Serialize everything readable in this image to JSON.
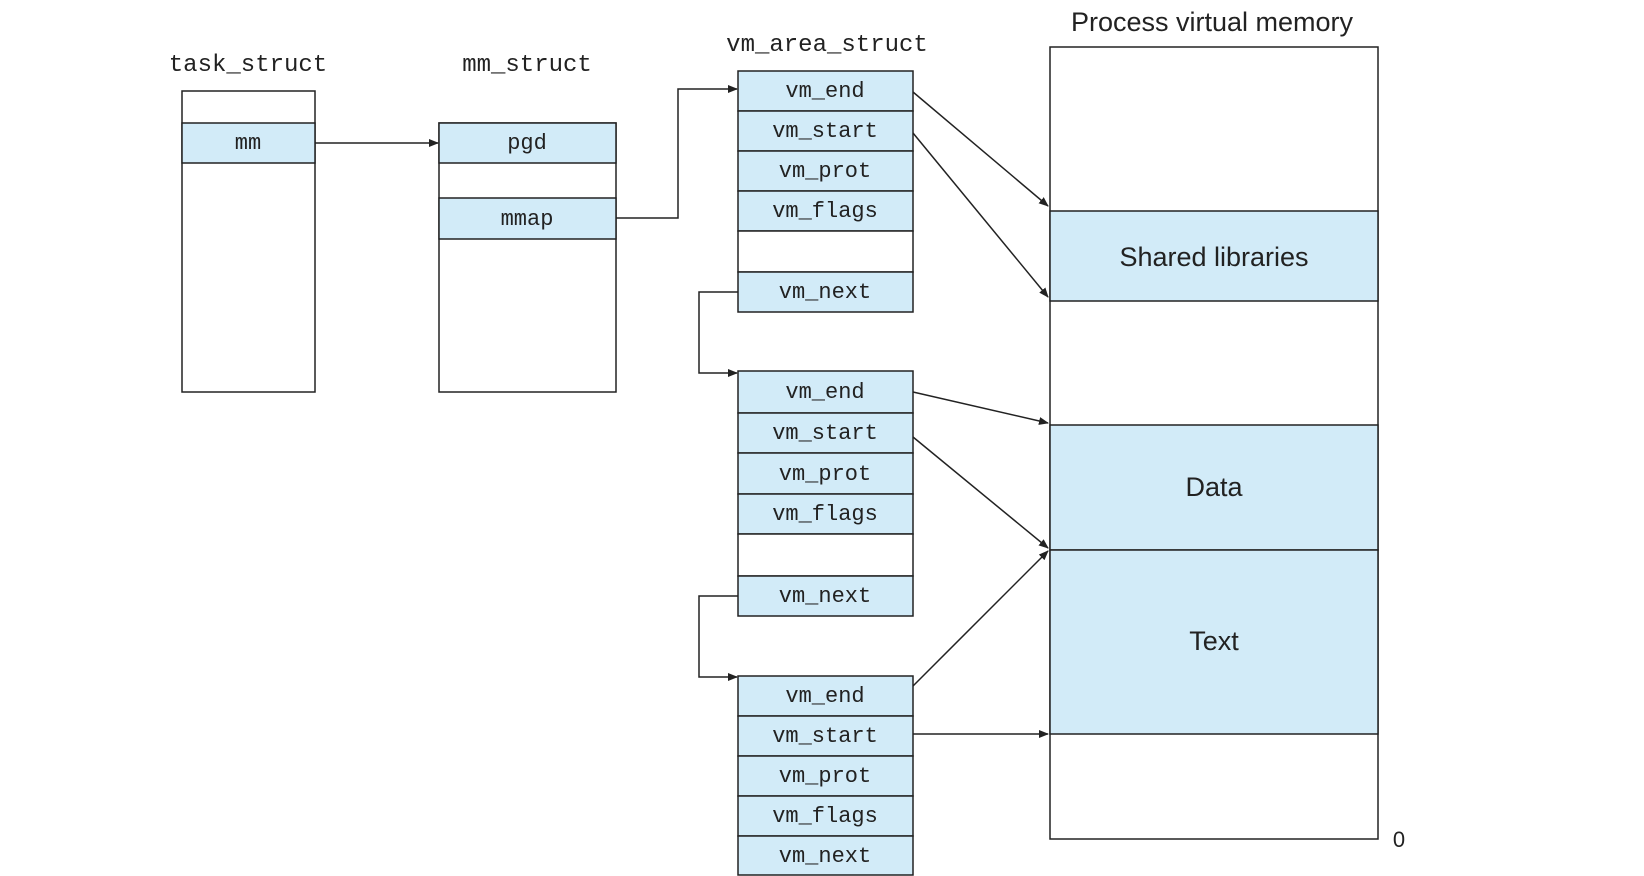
{
  "colors": {
    "field_fill": "#d2ebf8",
    "region_fill": "#d2ebf8",
    "stroke": "#222222",
    "text": "#222222",
    "background": "#ffffff"
  },
  "task_struct": {
    "title": "task_struct",
    "field": "mm"
  },
  "mm_struct": {
    "title": "mm_struct",
    "fields": [
      "pgd",
      "mmap"
    ]
  },
  "vm_area_struct": {
    "title": "vm_area_struct",
    "nodes": [
      [
        "vm_end",
        "vm_start",
        "vm_prot",
        "vm_flags",
        "",
        "vm_next"
      ],
      [
        "vm_end",
        "vm_start",
        "vm_prot",
        "vm_flags",
        "",
        "vm_next"
      ],
      [
        "vm_end",
        "vm_start",
        "vm_prot",
        "vm_flags",
        "vm_next"
      ]
    ]
  },
  "process_memory": {
    "title": "Process virtual memory",
    "regions": [
      "Shared libraries",
      "Data",
      "Text"
    ],
    "bottom_label": "0"
  }
}
